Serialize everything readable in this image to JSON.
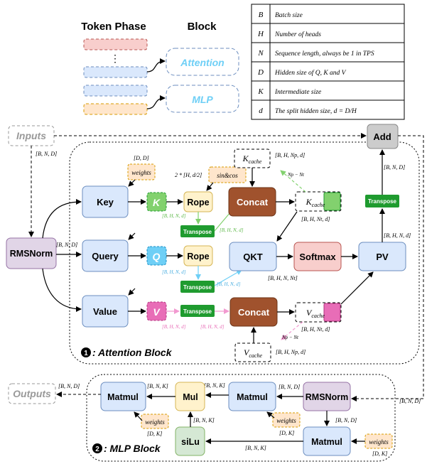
{
  "header": {
    "token_phase": "Token Phase",
    "block": "Block",
    "attention": "Attention",
    "mlp": "MLP",
    "ellipsis": "⋮"
  },
  "legend": {
    "rows": [
      {
        "sym": "B",
        "desc": "Batch size"
      },
      {
        "sym": "H",
        "desc": "Number of heads"
      },
      {
        "sym": "N",
        "desc": "Sequence length,  always be 1 in TPS"
      },
      {
        "sym": "D",
        "desc": "Hidden size of Q,  K and V"
      },
      {
        "sym": "K",
        "desc": "Intermediate size"
      },
      {
        "sym": "d",
        "desc": "The split hidden size,  d = D/H"
      }
    ]
  },
  "nodes": {
    "inputs": "Inputs",
    "outputs": "Outputs",
    "add": "Add",
    "rmsnorm": "RMSNorm",
    "key": "Key",
    "query": "Query",
    "value": "Value",
    "k": "K",
    "q": "Q",
    "v": "V",
    "rope": "Rope",
    "transpose": "Transpose",
    "concat": "Concat",
    "k_cache": "K",
    "k_cache_sub": "cache",
    "v_cache": "V",
    "v_cache_sub": "cache",
    "qkt": "QKT",
    "softmax": "Softmax",
    "pv": "PV",
    "weights": "weights",
    "sincos": "sin&cos",
    "matmul": "Matmul",
    "mul": "Mul",
    "silu": "siLu",
    "mlp_rmsnorm": "RMSNorm"
  },
  "blocks": {
    "attention_num": "1",
    "attention_label": ": Attention Block",
    "mlp_num": "2",
    "mlp_label": ": MLP Block"
  },
  "dims": {
    "bnd": "[B, N, D]",
    "dd": "[D, D]",
    "two_h_d2": "2 * [H, d/2]",
    "bhnd": "[B, H, N, d]",
    "bhnpd": "[B, H, Np, d]",
    "bhntd": "[B, H, Nt, d]",
    "bhnnt": "[B, H, N, Nt]",
    "np_nt": "Np − Nt",
    "bnk": "[B, N, K]",
    "dk": "[D, K]"
  },
  "colors": {
    "blue_fill": "#dae8fc",
    "blue_stroke": "#6c8ebf",
    "purple_fill": "#e1d5e7",
    "purple_stroke": "#9673a6",
    "green": "#1f9b2f",
    "green_light": "#82d16e",
    "brown": "#a0522d",
    "red_fill": "#f8cecc",
    "red_stroke": "#b85450",
    "orange_fill": "#ffe6cc",
    "orange_stroke": "#d79b00",
    "yellow_fill": "#fff2cc",
    "yellow_stroke": "#d6b656",
    "grey_fill": "#cccccc",
    "pink": "#e86db7",
    "cyan": "#6ecff6"
  }
}
